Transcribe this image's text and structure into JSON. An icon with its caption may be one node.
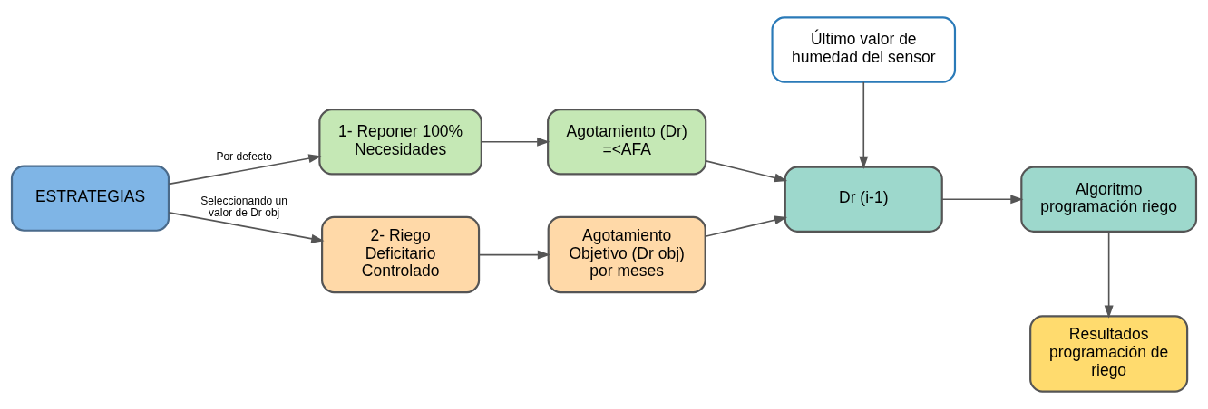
{
  "diagram": {
    "nodes": [
      {
        "text": [
          "ESTRATEGIAS"
        ]
      },
      {
        "text": [
          "1- Reponer 100% Necesidades"
        ]
      },
      {
        "text": [
          "Agotamiento (Dr) =<AFA"
        ]
      },
      {
        "text": [
          "2- Riego Deficitario Controlado"
        ]
      },
      {
        "text": [
          "Agotamiento Objetivo (Dr obj) por meses"
        ]
      },
      {
        "text": [
          "Último valor de humedad del sensor"
        ]
      },
      {
        "text": [
          "Dr (i-1)"
        ]
      },
      {
        "text": [
          "Algoritmo programación riego"
        ]
      },
      {
        "text": [
          "Resultados programación de riego"
        ]
      }
    ],
    "edges": [
      {
        "from": 0,
        "to": 1,
        "arrow": "to",
        "label": "Por defecto"
      },
      {
        "from": 0,
        "to": 3,
        "arrow": "to",
        "label": "Seleccionando un valor de Dr obj"
      },
      {
        "from": 1,
        "to": 2,
        "arrow": "to"
      },
      {
        "from": 3,
        "to": 4,
        "arrow": "to"
      },
      {
        "from": 2,
        "to": 6,
        "arrow": "to"
      },
      {
        "from": 4,
        "to": 6,
        "arrow": "to"
      },
      {
        "from": 5,
        "to": 6,
        "arrow": "to"
      },
      {
        "from": 6,
        "to": 7,
        "arrow": "to"
      },
      {
        "from": 7,
        "to": 8,
        "arrow": "to"
      }
    ]
  }
}
